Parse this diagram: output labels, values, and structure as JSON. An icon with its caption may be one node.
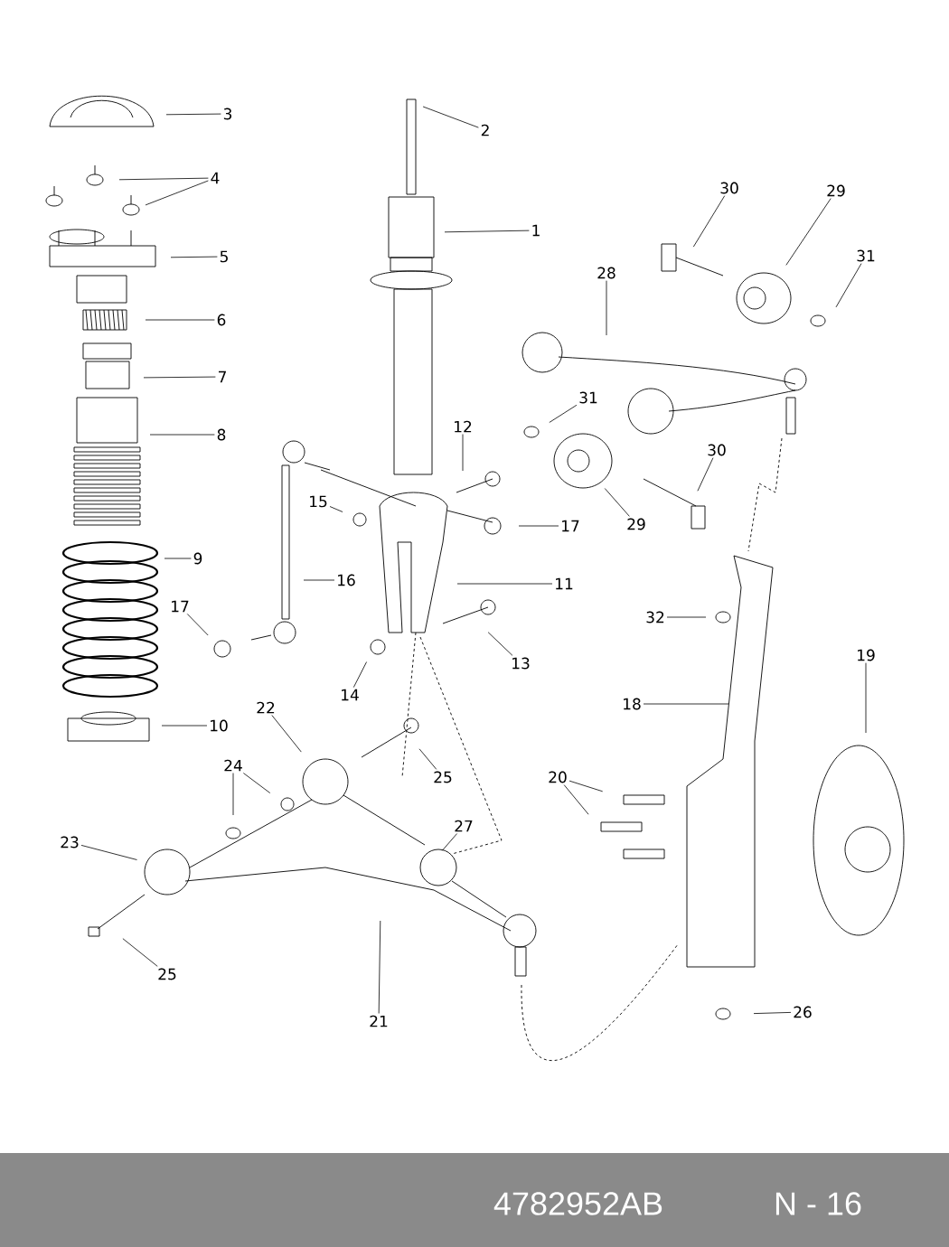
{
  "diagram": {
    "nodes": [
      {
        "text": [
          "3"
        ]
      },
      {
        "text": [
          "2"
        ]
      },
      {
        "text": [
          "4"
        ]
      },
      {
        "text": [
          "30"
        ]
      },
      {
        "text": [
          "29"
        ]
      },
      {
        "text": [
          "1"
        ]
      },
      {
        "text": [
          "31"
        ]
      },
      {
        "text": [
          "5"
        ]
      },
      {
        "text": [
          "28"
        ]
      },
      {
        "text": [
          "6"
        ]
      },
      {
        "text": [
          "7"
        ]
      },
      {
        "text": [
          "31"
        ]
      },
      {
        "text": [
          "12"
        ]
      },
      {
        "text": [
          "8"
        ]
      },
      {
        "text": [
          "30"
        ]
      },
      {
        "text": [
          "15"
        ]
      },
      {
        "text": [
          "29"
        ]
      },
      {
        "text": [
          "17"
        ]
      },
      {
        "text": [
          "9"
        ]
      },
      {
        "text": [
          "16"
        ]
      },
      {
        "text": [
          "11"
        ]
      },
      {
        "text": [
          "17"
        ]
      },
      {
        "text": [
          "32"
        ]
      },
      {
        "text": [
          "19"
        ]
      },
      {
        "text": [
          "13"
        ]
      },
      {
        "text": [
          "14"
        ]
      },
      {
        "text": [
          "18"
        ]
      },
      {
        "text": [
          "22"
        ]
      },
      {
        "text": [
          "10"
        ]
      },
      {
        "text": [
          "24"
        ]
      },
      {
        "text": [
          "20"
        ]
      },
      {
        "text": [
          "25"
        ]
      },
      {
        "text": [
          "27"
        ]
      },
      {
        "text": [
          "23"
        ]
      },
      {
        "text": [
          "25"
        ]
      },
      {
        "text": [
          "26"
        ]
      },
      {
        "text": [
          "21"
        ]
      }
    ],
    "edges": [
      {
        "from": 0,
        "to": null,
        "arrow": "none"
      },
      {
        "from": 1,
        "to": null,
        "arrow": "none"
      },
      {
        "from": 2,
        "to": null,
        "arrow": "none"
      },
      {
        "from": 2,
        "to": null,
        "arrow": "none"
      },
      {
        "from": 3,
        "to": null,
        "arrow": "none"
      },
      {
        "from": 4,
        "to": null,
        "arrow": "none"
      },
      {
        "from": 5,
        "to": null,
        "arrow": "none"
      },
      {
        "from": 6,
        "to": null,
        "arrow": "none"
      },
      {
        "from": 7,
        "to": null,
        "arrow": "none"
      },
      {
        "from": 8,
        "to": null,
        "arrow": "none"
      },
      {
        "from": 9,
        "to": null,
        "arrow": "none"
      },
      {
        "from": 10,
        "to": null,
        "arrow": "none"
      },
      {
        "from": 11,
        "to": null,
        "arrow": "none"
      },
      {
        "from": 12,
        "to": null,
        "arrow": "none"
      },
      {
        "from": 13,
        "to": null,
        "arrow": "none"
      },
      {
        "from": 14,
        "to": null,
        "arrow": "none"
      },
      {
        "from": 15,
        "to": null,
        "arrow": "none"
      },
      {
        "from": 16,
        "to": null,
        "arrow": "none"
      },
      {
        "from": 17,
        "to": null,
        "arrow": "none"
      },
      {
        "from": 18,
        "to": null,
        "arrow": "none"
      },
      {
        "from": 19,
        "to": null,
        "arrow": "none"
      },
      {
        "from": 20,
        "to": null,
        "arrow": "none"
      },
      {
        "from": 21,
        "to": null,
        "arrow": "none"
      },
      {
        "from": 22,
        "to": null,
        "arrow": "none"
      },
      {
        "from": 23,
        "to": null,
        "arrow": "none"
      },
      {
        "from": 24,
        "to": null,
        "arrow": "none"
      },
      {
        "from": 25,
        "to": null,
        "arrow": "none"
      },
      {
        "from": 26,
        "to": null,
        "arrow": "none"
      },
      {
        "from": 27,
        "to": null,
        "arrow": "none"
      },
      {
        "from": 28,
        "to": null,
        "arrow": "none"
      },
      {
        "from": 29,
        "to": null,
        "arrow": "none"
      },
      {
        "from": 29,
        "to": null,
        "arrow": "none"
      },
      {
        "from": 30,
        "to": null,
        "arrow": "none"
      },
      {
        "from": 30,
        "to": null,
        "arrow": "none"
      },
      {
        "from": 31,
        "to": null,
        "arrow": "none"
      },
      {
        "from": 32,
        "to": null,
        "arrow": "none"
      },
      {
        "from": 33,
        "to": null,
        "arrow": "none"
      },
      {
        "from": 34,
        "to": null,
        "arrow": "none"
      },
      {
        "from": 35,
        "to": null,
        "arrow": "none"
      },
      {
        "from": 36,
        "to": null,
        "arrow": "none"
      }
    ],
    "labels": [
      "4782952AB",
      "N - 16"
    ]
  }
}
